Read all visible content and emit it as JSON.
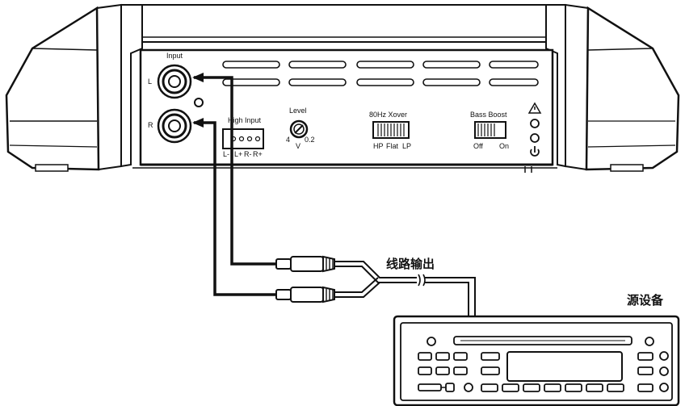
{
  "amp": {
    "input_label": "Input",
    "channel_left": "L",
    "channel_right": "R",
    "high_input": {
      "label": "High Input",
      "pins": [
        "L-",
        "L+",
        "R-",
        "R+"
      ]
    },
    "level": {
      "label": "Level",
      "min": "4",
      "unit": "V",
      "max": "0.2"
    },
    "xover": {
      "label": "80Hz Xover",
      "options": [
        "HP",
        "Flat",
        "LP"
      ]
    },
    "bass_boost": {
      "label": "Bass Boost",
      "options": [
        "Off",
        "On"
      ]
    },
    "icons": [
      "warning-icon",
      "led-icon",
      "power-icon"
    ]
  },
  "cable_label": "线路输出",
  "source_label": "源设备"
}
